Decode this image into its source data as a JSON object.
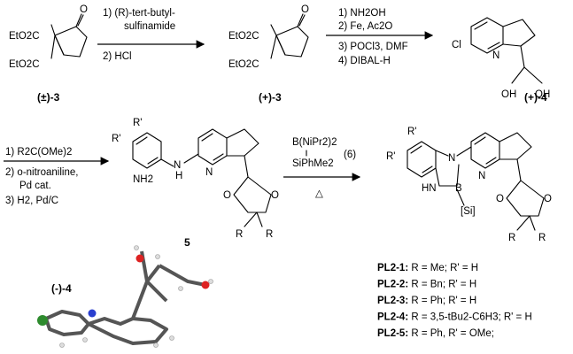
{
  "top_row": {
    "compound_1": {
      "label": "(±)-3",
      "ester_top": "EtO2C",
      "ester_bottom": "EtO2C",
      "ketone": "O"
    },
    "step_1": {
      "line1": "1) (R)-tert-butyl-",
      "line2": "sulfinamide",
      "line3": "2) HCl"
    },
    "compound_2": {
      "label": "(+)-3",
      "ester_top": "EtO2C",
      "ester_bottom": "EtO2C",
      "ketone": "O"
    },
    "step_2": {
      "line1": "1) NH2OH",
      "line2": "2) Fe, Ac2O",
      "line3": "3) POCl3, DMF",
      "line4": "4) DIBAL-H"
    },
    "compound_3": {
      "label": "(+)-4",
      "cl": "Cl",
      "n": "N",
      "oh1": "OH",
      "oh2": "OH"
    }
  },
  "middle_row": {
    "step_3": {
      "line1": "1) R2C(OMe)2",
      "line2": "2) o-nitroaniline,",
      "line3": "Pd cat.",
      "line4": "3) H2, Pd/C"
    },
    "compound_5": {
      "label": "5",
      "r1": "R'",
      "r2": "R'",
      "nh2": "NH2",
      "n_link": "N",
      "h_link": "H",
      "n_py": "N",
      "o1": "O",
      "o2": "O",
      "r3": "R",
      "r4": "R"
    },
    "step_4": {
      "reagent_b": "B(NiPr2)2",
      "reagent_si": "SiPhMe2",
      "ref": "(6)",
      "heat": "△"
    },
    "product": {
      "r1": "R'",
      "r2": "R'",
      "n1": "N",
      "hn": "HN",
      "b": "B",
      "si": "[Si]",
      "n_py": "N",
      "o1": "O",
      "o2": "O",
      "r3": "R",
      "r4": "R"
    }
  },
  "crystal": {
    "label": "(-)-4"
  },
  "legend": [
    {
      "code": "PL2-1:",
      "desc": "R = Me; R' = H"
    },
    {
      "code": "PL2-2:",
      "desc": "R = Bn; R' = H"
    },
    {
      "code": "PL2-3:",
      "desc": "R = Ph; R' = H"
    },
    {
      "code": "PL2-4:",
      "desc": "R = 3,5-tBu2-C6H3; R' = H"
    },
    {
      "code": "PL2-5:",
      "desc": "R = Ph, R' = OMe;"
    }
  ]
}
